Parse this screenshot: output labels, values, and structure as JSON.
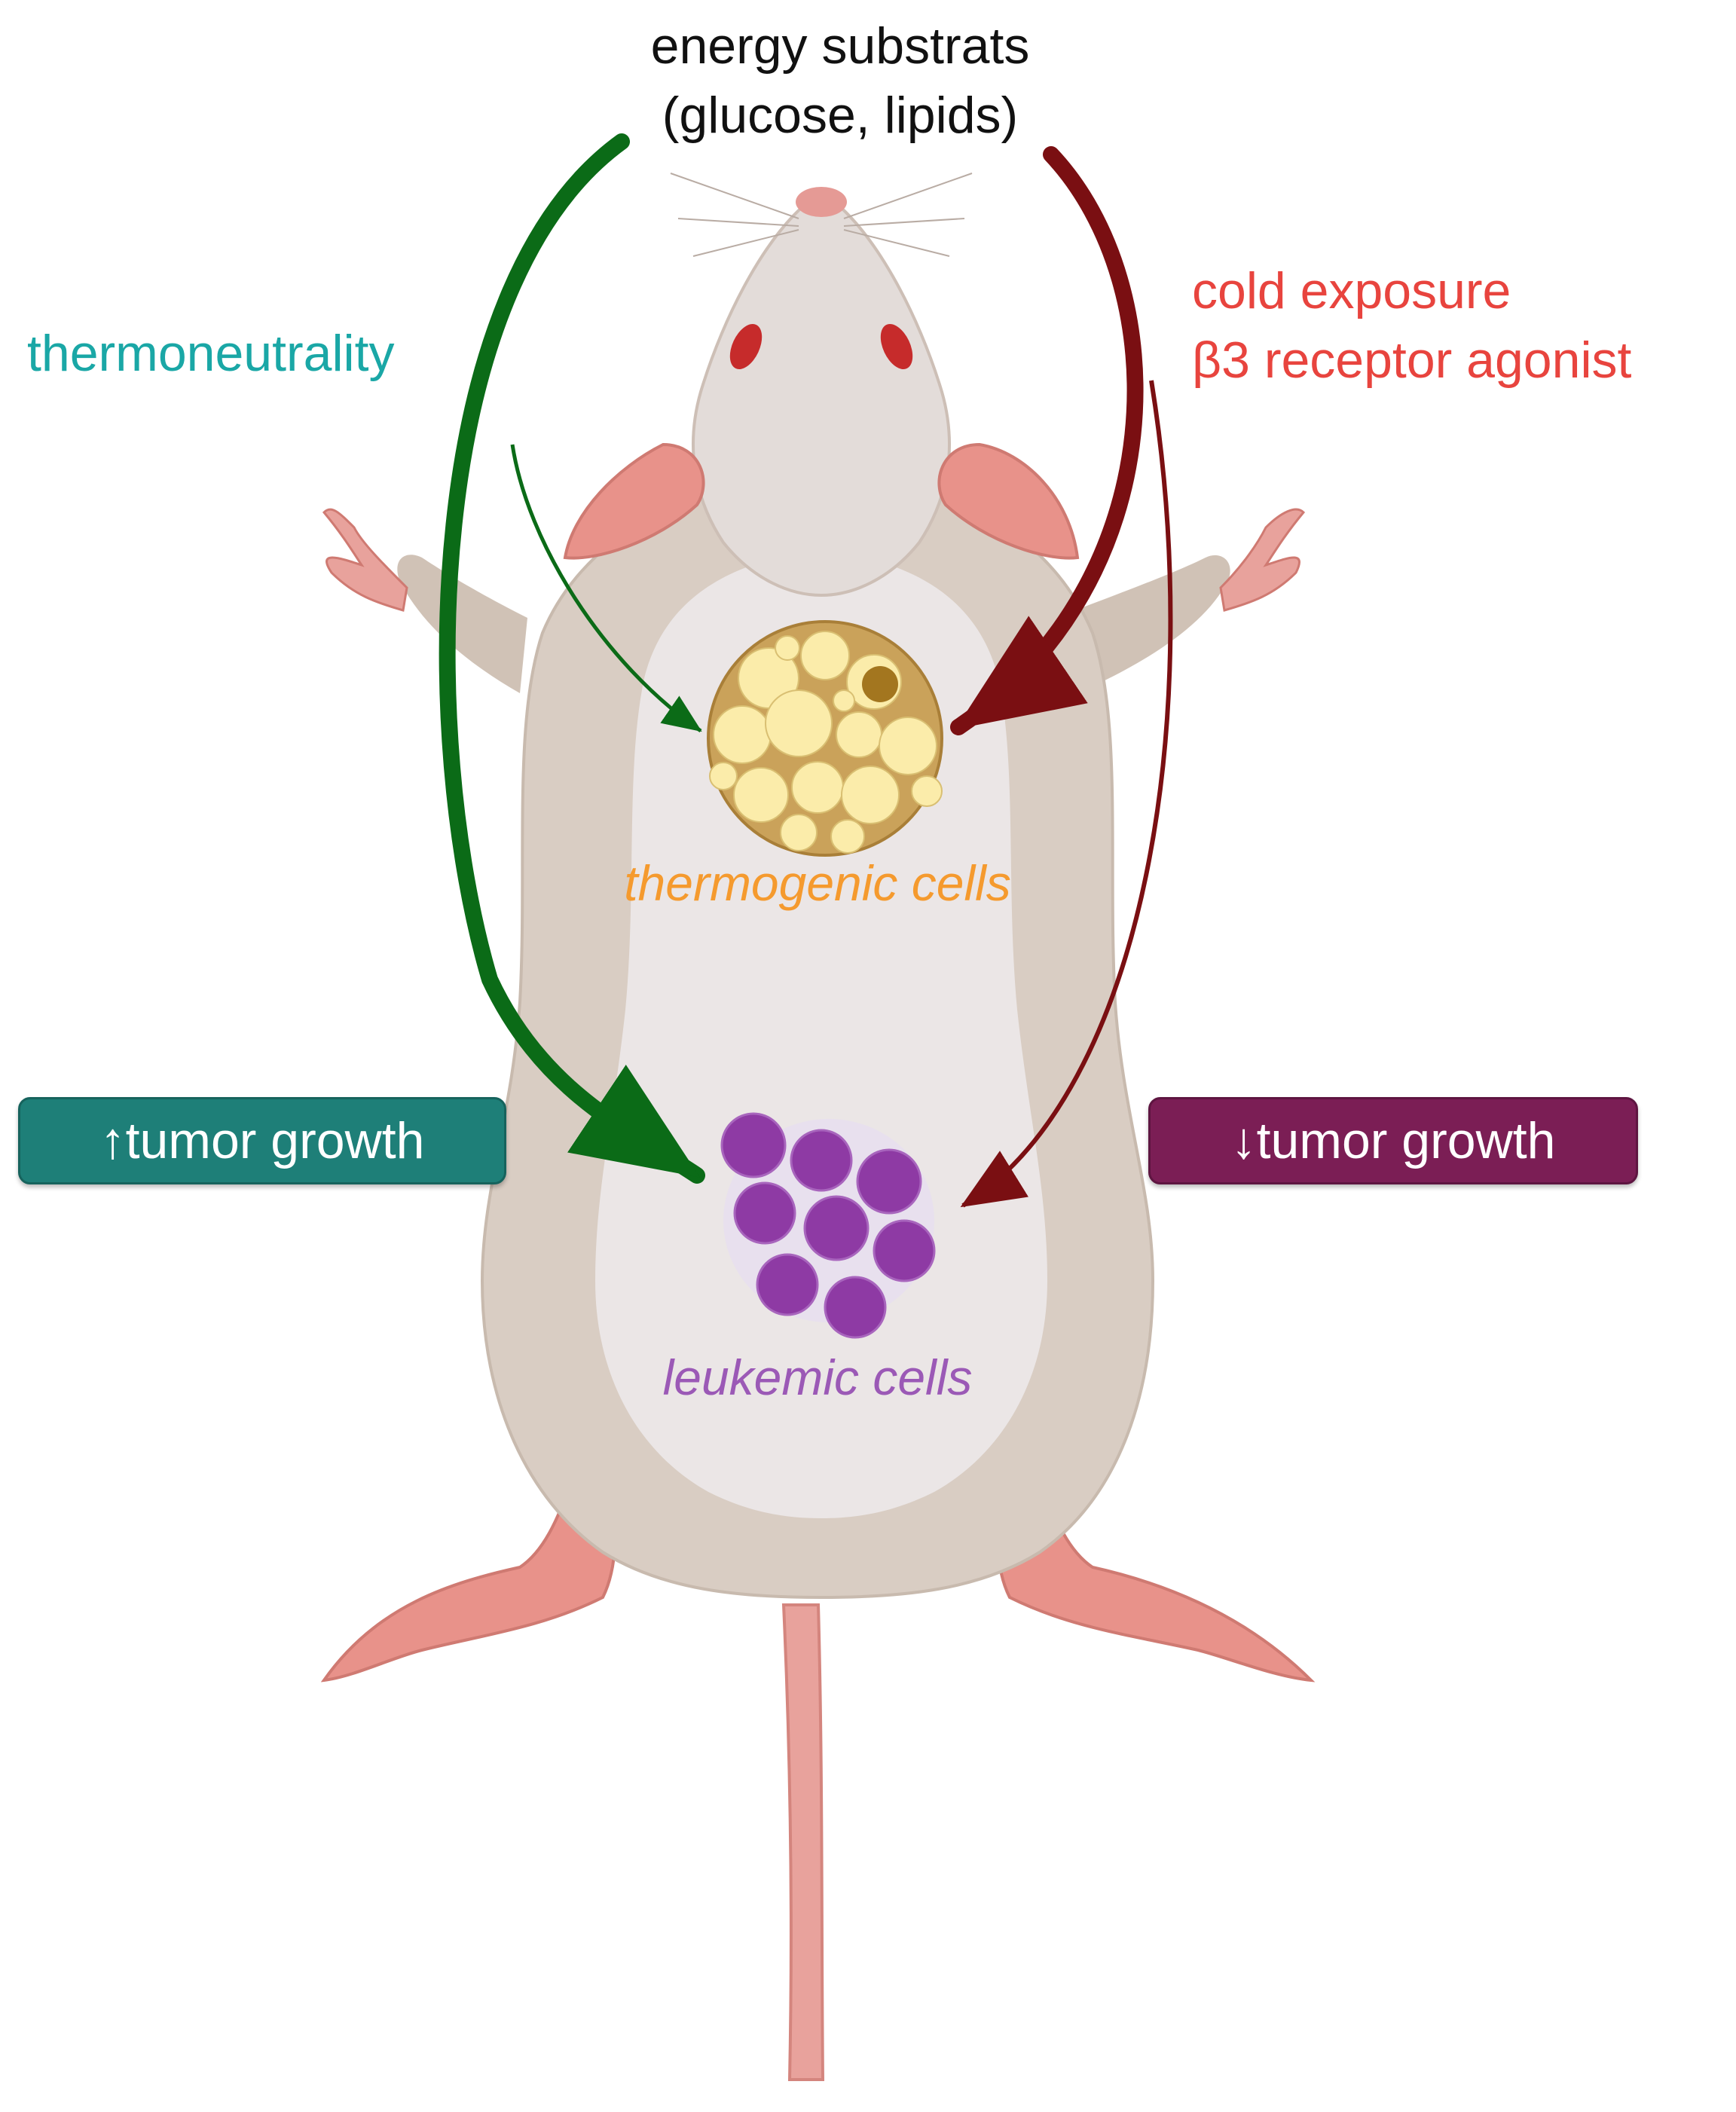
{
  "title": {
    "line1": "energy substrats",
    "line2": "(glucose, lipids)"
  },
  "conditions": {
    "left": "thermoneutrality",
    "right_line1": "cold exposure",
    "right_line2": "β3 receptor agonist"
  },
  "cells": {
    "thermogenic": "thermogenic cells",
    "leukemic": "leukemic cells"
  },
  "outcomes": {
    "up": "↑tumor growth",
    "down": "↓tumor growth"
  },
  "colors": {
    "green_arrow": "#0b6b17",
    "red_arrow": "#7a0f12",
    "thermoneutrality_text": "#1aa7a6",
    "cold_text": "#e8443e",
    "thermogenic_text": "#f59a2e",
    "leukemic_text": "#9b59b6",
    "up_badge": "#1e7f78",
    "down_badge": "#7b1e55",
    "mouse_body": "#d9cdc3",
    "mouse_belly": "#ebe6e6",
    "mouse_pink": "#e8928a"
  },
  "icons": [
    "mouse-illustration",
    "adipocyte-cluster",
    "leukemic-cell-cluster"
  ]
}
